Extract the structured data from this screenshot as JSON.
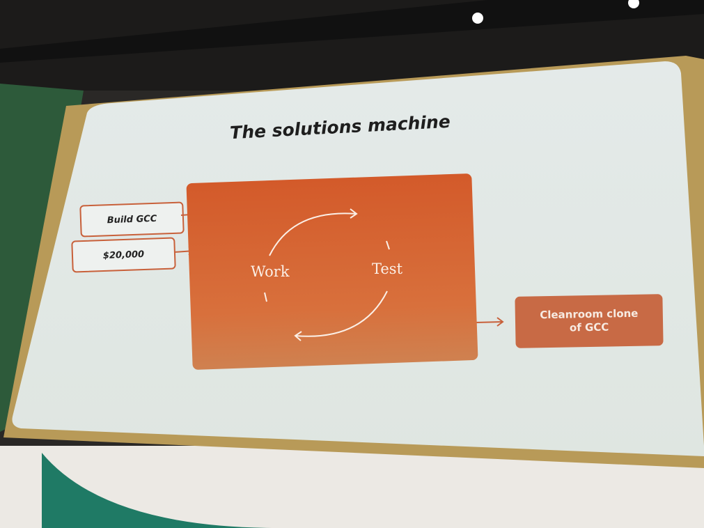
{
  "slide": {
    "title": "The solutions machine",
    "inputs": [
      "Build GCC",
      "$20,000"
    ],
    "loop": {
      "left_label": "Work",
      "right_label": "Test"
    },
    "output": "Cleanroom clone of GCC"
  },
  "colors": {
    "accent": "#d3602d",
    "output_box": "#c86a45",
    "slide_bg": "#e7ecea"
  }
}
